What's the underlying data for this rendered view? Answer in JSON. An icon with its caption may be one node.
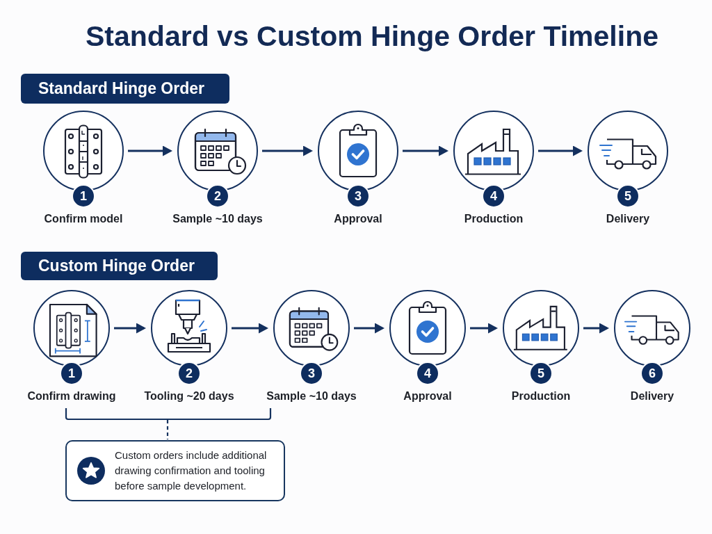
{
  "diagram": {
    "title": "Standard vs Custom Hinge Order Timeline",
    "nodes": [
      {
        "text": [
          "Standard Hinge Order"
        ]
      },
      {
        "text": [
          "1",
          "Confirm model"
        ]
      },
      {
        "text": [
          "2",
          "Sample ~10 days"
        ]
      },
      {
        "text": [
          "3",
          "Approval"
        ]
      },
      {
        "text": [
          "4",
          "Production"
        ]
      },
      {
        "text": [
          "5",
          "Delivery"
        ]
      },
      {
        "text": [
          "Custom Hinge Order"
        ]
      },
      {
        "text": [
          "1",
          "Confirm drawing"
        ]
      },
      {
        "text": [
          "2",
          "Tooling ~20 days"
        ]
      },
      {
        "text": [
          "3",
          "Sample ~10 days"
        ]
      },
      {
        "text": [
          "4",
          "Approval"
        ]
      },
      {
        "text": [
          "5",
          "Production"
        ]
      },
      {
        "text": [
          "6",
          "Delivery"
        ]
      },
      {
        "text": [
          "Custom orders include additional drawing confirmation and tooling before sample development."
        ]
      }
    ],
    "edges": [
      {
        "from": 1,
        "to": 2,
        "arrow": "to"
      },
      {
        "from": 2,
        "to": 3,
        "arrow": "to"
      },
      {
        "from": 3,
        "to": 4,
        "arrow": "to"
      },
      {
        "from": 4,
        "to": 5,
        "arrow": "to"
      },
      {
        "from": 7,
        "to": 8,
        "arrow": "to"
      },
      {
        "from": 8,
        "to": 9,
        "arrow": "to"
      },
      {
        "from": 9,
        "to": 10,
        "arrow": "to"
      },
      {
        "from": 10,
        "to": 11,
        "arrow": "to"
      },
      {
        "from": 11,
        "to": 12,
        "arrow": "to"
      }
    ]
  }
}
